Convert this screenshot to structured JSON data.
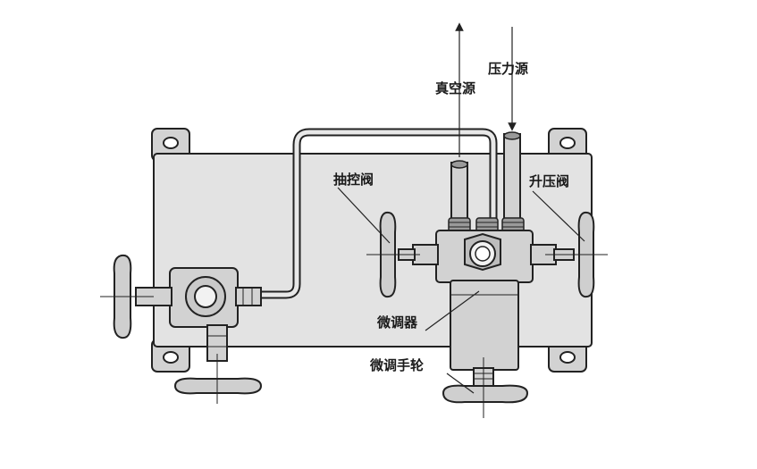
{
  "diagram": {
    "labels": {
      "vacuum_source": "真空源",
      "pressure_source": "压力源",
      "suction_valve": "抽控阀",
      "boost_valve": "升压阀",
      "fine_regulator": "微调器",
      "fine_handwheel": "微调手轮"
    }
  }
}
